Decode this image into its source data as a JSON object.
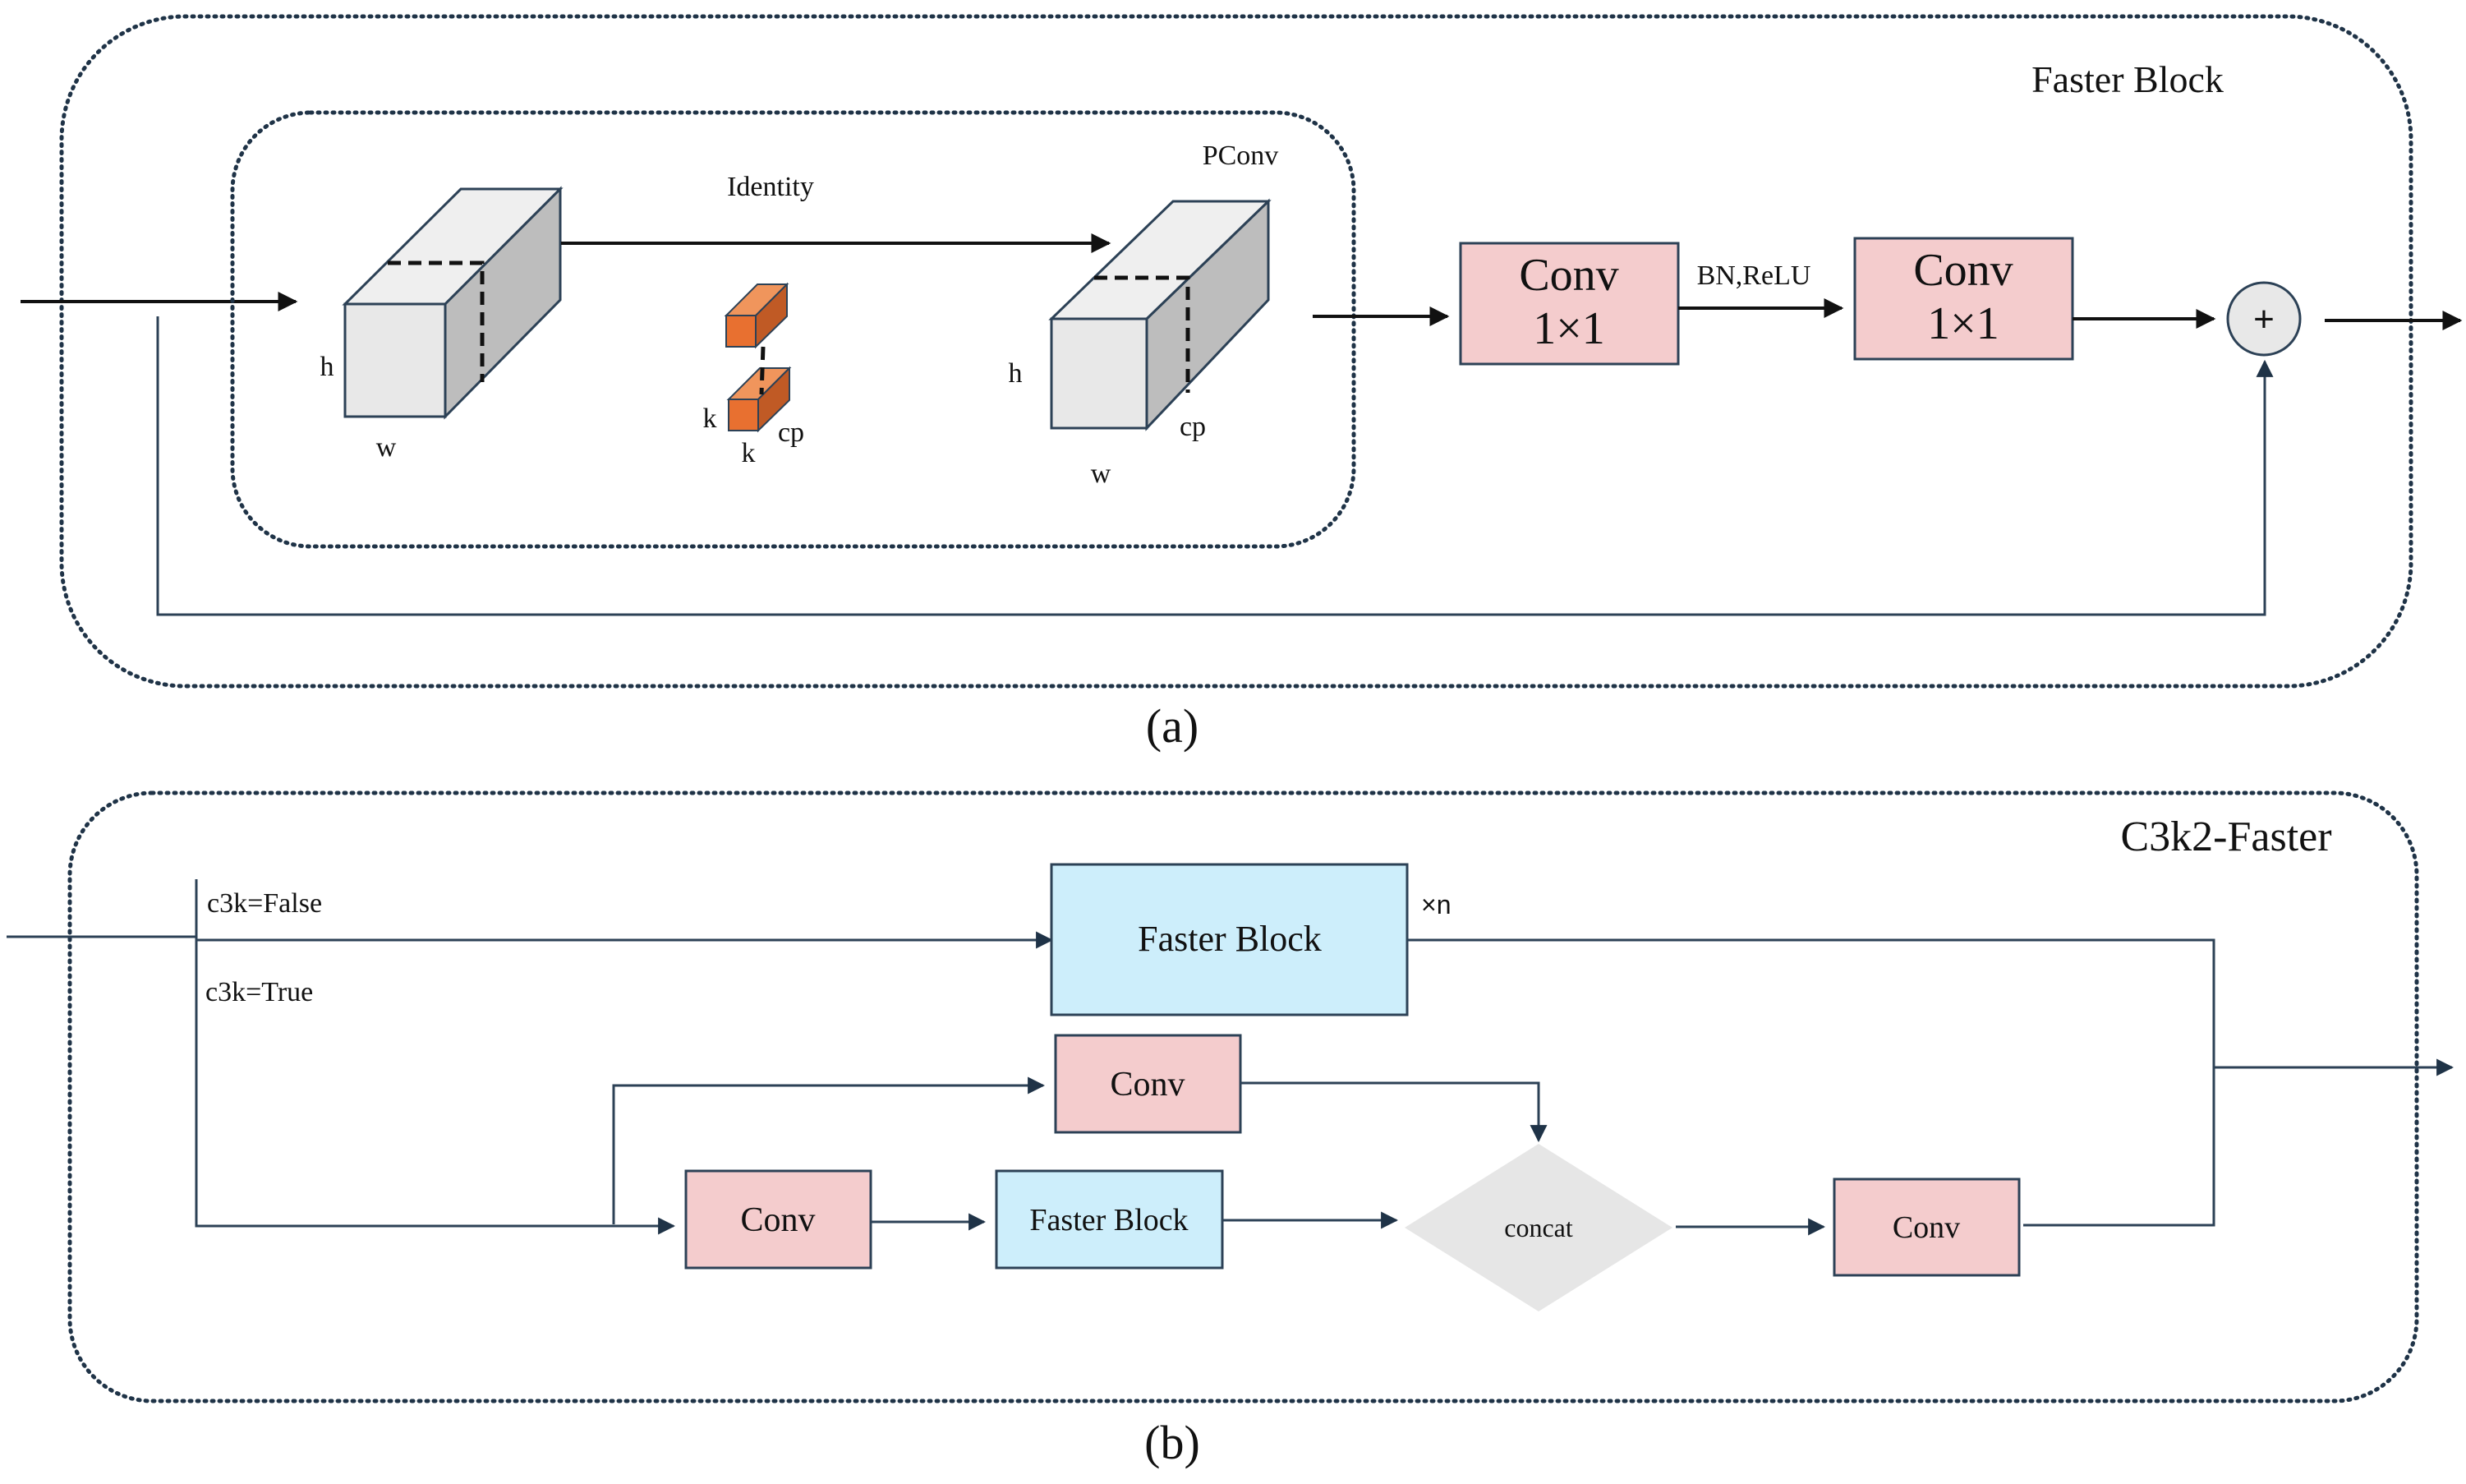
{
  "colors": {
    "conv_fill": "#f4cccd",
    "faster_block_fill": "#cdeefb",
    "concat_fill": "#e6e6e6",
    "box_stroke": "#2c4156",
    "cube_front": "#e8e8e8",
    "cube_top": "#efefef",
    "cube_side": "#bdbdbd",
    "kernel_front": "#e87030",
    "kernel_top": "#f0955c",
    "kernel_side": "#c05a25",
    "plus_fill": "#e8e8e8",
    "dotted_border": "#1f3347"
  },
  "panel_a": {
    "title": "Faster Block",
    "caption": "(a)",
    "pconv": {
      "title": "PConv",
      "identity_label": "Identity",
      "input_tensor": {
        "h_label": "h",
        "w_label": "w"
      },
      "kernel": {
        "k_left_label": "k",
        "k_bottom_label": "k",
        "cp_label": "cp"
      },
      "output_tensor": {
        "h_label": "h",
        "w_label": "w",
        "cp_label": "cp"
      }
    },
    "conv1": {
      "line1": "Conv",
      "line2": "1×1"
    },
    "activation_label": "BN,ReLU",
    "conv2": {
      "line1": "Conv",
      "line2": "1×1"
    },
    "add_symbol": "+"
  },
  "panel_b": {
    "title": "C3k2-Faster",
    "caption": "(b)",
    "branch_false_label": "c3k=False",
    "branch_true_label": "c3k=True",
    "faster_block_top": {
      "label": "Faster Block",
      "repeat": "×n"
    },
    "conv_mid": {
      "label": "Conv"
    },
    "conv_bottom": {
      "label": "Conv"
    },
    "faster_block_bottom": {
      "label": "Faster Block"
    },
    "concat": {
      "label": "concat"
    },
    "conv_out": {
      "label": "Conv"
    }
  }
}
